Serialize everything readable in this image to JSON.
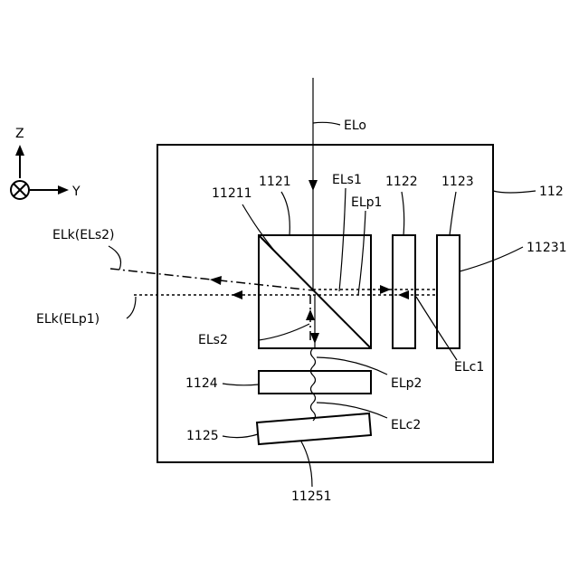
{
  "axes": {
    "z": "Z",
    "y": "Y"
  },
  "labels": {
    "housing": "112",
    "beam_splitter": "1121",
    "split_face": "11211",
    "plate_1122": "1122",
    "plate_1123": "1123",
    "face_11231": "11231",
    "plate_1124": "1124",
    "plate_1125": "1125",
    "face_11251": "11251",
    "elo": "ELo",
    "els1": "ELs1",
    "elp1": "ELp1",
    "els2": "ELs2",
    "elp2": "ELp2",
    "elc1": "ELc1",
    "elc2": "ELc2",
    "elk_s2": "ELk(ELs2)",
    "elk_p1": "ELk(ELp1)"
  }
}
